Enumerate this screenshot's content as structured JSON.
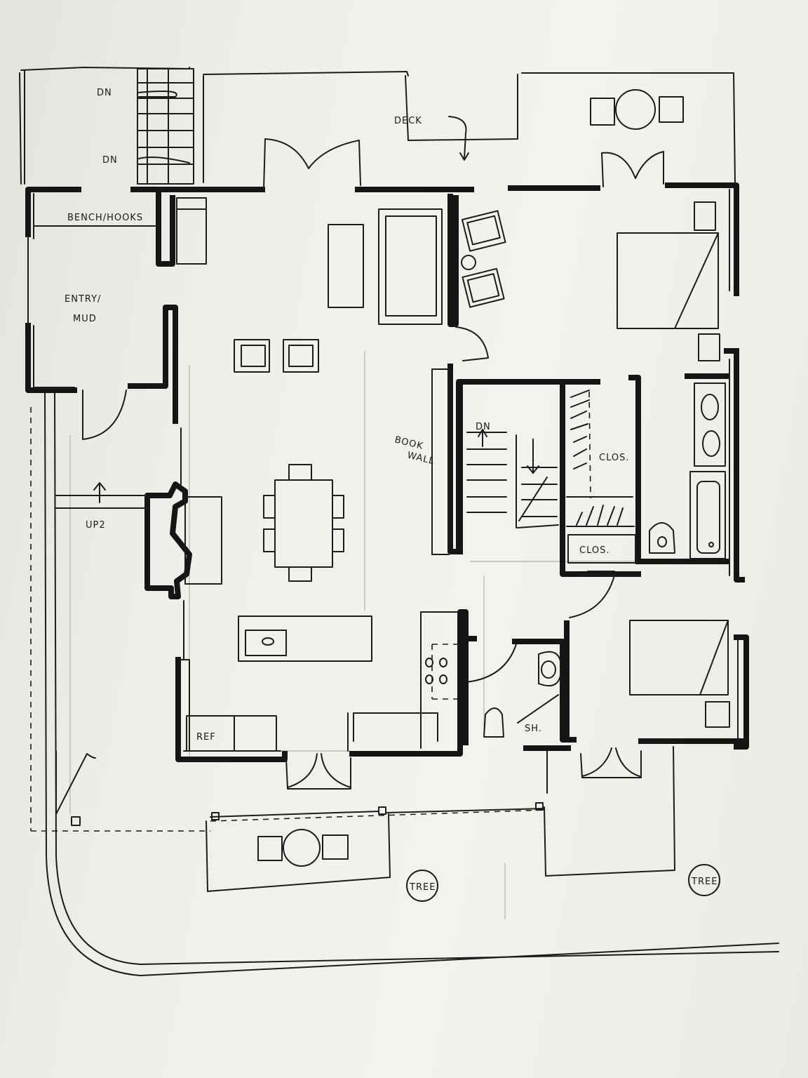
{
  "drawing": {
    "labels": {
      "dn_top": "DN",
      "dn_mid": "DN",
      "deck": "DECK",
      "bench": "BENCH/HOOKS",
      "entry_line1": "ENTRY/",
      "entry_line2": "MUD",
      "book_line1": "BOOK",
      "book_line2": "WALL",
      "dn_stair": "DN",
      "clos_upper": "CLOS.",
      "clos_lower": "CLOS.",
      "up2": "UP2",
      "ref": "REF",
      "sh": "SH.",
      "tree_left": "TREE",
      "tree_right": "TREE"
    }
  }
}
